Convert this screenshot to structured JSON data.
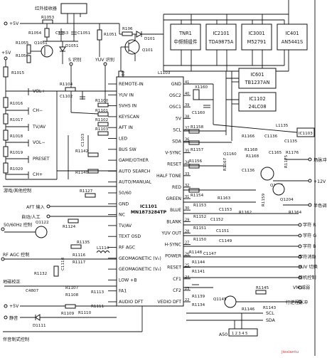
{
  "ic": {
    "name": "IC1101",
    "part": "MN1873284TP",
    "left_pins": [
      "REMOTE-IN",
      "YUV IN",
      "SVHS IN",
      "KEYSCAN",
      "AFT IN",
      "LED",
      "BUS SW",
      "GAME/OTHER",
      "AUTO SEARCH",
      "AUTO/MANUAL",
      "50/60",
      "GND",
      "NC",
      "TV/AV",
      "TEXT OSD",
      "RF AGC",
      "GEOMAGNETIC (V₀)",
      "GEOMAGNETIC (V₀)",
      "LOW +B",
      "FA1",
      "AUDIO DFT"
    ],
    "right_pins": [
      "GND",
      "OSC2",
      "OSC1",
      "5V",
      "SCL",
      "SDA",
      "V-SYNC",
      "RESET",
      "HALF TONE",
      "RED",
      "GREEN",
      "BLUE",
      "BLANK",
      "YUV OUT",
      "H-SYNC",
      "POWER",
      "RESET",
      "CF1",
      "CF2",
      "VEDIO DFT"
    ],
    "right_nums": [
      "41",
      "40",
      "39",
      "38",
      "37",
      "36",
      "35",
      "34",
      "33",
      "32",
      "31",
      "30",
      "29",
      "28",
      "27",
      "26",
      "25",
      "24",
      "23",
      "22"
    ]
  },
  "blocks": {
    "ir_receiver": "红外接收器",
    "tnr1": [
      "TNR1",
      "中频频组件"
    ],
    "ic2101": [
      "IC2101",
      "TDA9875A"
    ],
    "ic3001": [
      "IC3001",
      "M52791"
    ],
    "ic401": [
      "IC401",
      "AN5441S"
    ],
    "ic601": [
      "IC601",
      "TB1237AN"
    ],
    "ic1102": [
      "IC1102",
      "24LC08"
    ],
    "ic1103": "IC1103",
    "a50": "A50"
  },
  "labels": {
    "plus5v": "+5V",
    "plus12v": "+12V",
    "s_detect": "S 识别",
    "yuv_detect": "YUV 识别",
    "game_control": "游戏/其他控制",
    "aft_input": "AFT 输入",
    "auto_manual": "自动/人工",
    "fifty_sixty": "50/60Hz 控制",
    "rf_agc": "RF AGC 控制",
    "geo_correct": "地磁校正",
    "mute": "静音",
    "tone_control": "伴音制式控制",
    "field_pulse": "场脉冲",
    "half_tone": "半色调",
    "char_r": "字符 R",
    "char_g": "字符 G",
    "char_b": "字符 B",
    "char_blank": "字符消隐",
    "yuv_switch": "YUV 切换",
    "standby": "待机控制",
    "vm_reduce": "VM 减弱",
    "line_pulse": "行逆程脉冲",
    "scl": "SCL",
    "sda": "SDA",
    "vol_plus": "VOL+",
    "ch_minus": "CH−",
    "tv_av": "TV/AV",
    "vol_minus": "VOL−",
    "preset": "PRESET",
    "ch_plus": "CH+",
    "connector_pins": "1  2  3  4  5",
    "watermark": "jiexiantu"
  },
  "refs": {
    "r1053": "R1053",
    "r1054": "R1054",
    "c1053": "C1053",
    "c1051": "C1051",
    "r1051": "R1051",
    "r106": "R106",
    "d101": "D101",
    "q101": "Q101",
    "r1055": "R1055",
    "r1056": "R1056",
    "q1051": "Q1051",
    "d1051": "D1051",
    "r1015": "R1015",
    "r1016": "R1016",
    "r1017": "R1017",
    "r1018": "R1018",
    "r1019": "R1019",
    "r1020": "R1020",
    "r1104": "R1104",
    "c1102": "C1102",
    "r1180": "R1180",
    "l1103": "L1103",
    "x1160": "X1160",
    "c1160": "C1160",
    "r1100": "R1100",
    "r1101": "R1101",
    "r1102": "R1102",
    "r1103": "R1103",
    "c1103": "C1103",
    "r1142": "R1142",
    "r1140": "R1140",
    "r1127": "R1127",
    "r1124": "R1124",
    "q1122": "Q1122",
    "r1135": "R1135",
    "r1116": "R1116",
    "r1117": "R1117",
    "l1114": "L1114",
    "c1118": "C1118",
    "r1132": "R1132",
    "c4807": "C4807",
    "r1107": "R1107",
    "r1108": "R1108",
    "r1113": "R1113",
    "r1111": "R1111",
    "r1109": "R1109",
    "d1111": "D1111",
    "r1110": "R1110",
    "r1158": "R1158",
    "r1157": "R1157",
    "r1166": "R1166",
    "c1136": "C1136",
    "l1135": "L1135",
    "c1135": "C1135",
    "q1160": "Q1160",
    "r1168": "R1168",
    "r1167": "R1167",
    "c1136b": "C1136",
    "c1165": "C1165",
    "r1176": "R1176",
    "r1175": "R1175",
    "q1161": "Q1161",
    "q1204": "Q1204",
    "r1159": "R1159",
    "r1164": "R1164",
    "r1156": "R1156",
    "r1154": "R1154",
    "r1163": "R1163",
    "r1153": "R1153",
    "c1153": "C1153",
    "r1162": "R1162",
    "r1152": "R1152",
    "c1152": "C1152",
    "r1151": "R1151",
    "c1151": "C1151",
    "r1150": "R1150",
    "c1149": "C1149",
    "r1148": "R1148",
    "c1147": "C1147",
    "r1144": "R1144",
    "r1141": "R1141",
    "r1139": "R1139",
    "r1134": "R1134",
    "q1145": "Q1145",
    "r1145": "R1145",
    "r1146": "R1146",
    "r1143": "R1143"
  }
}
